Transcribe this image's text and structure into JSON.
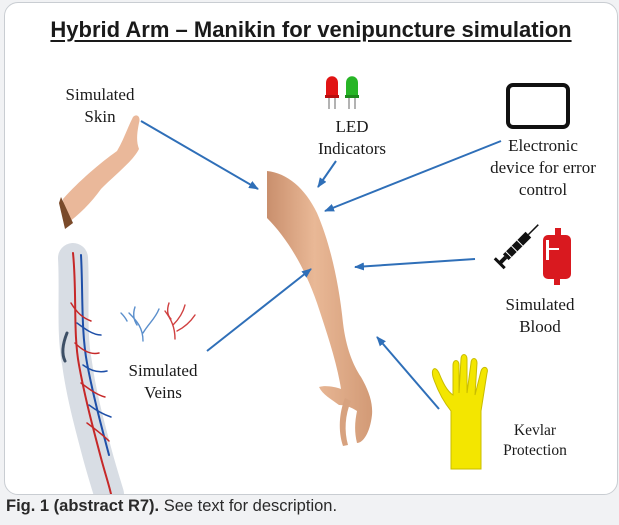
{
  "title": "Hybrid Arm – Manikin for venipuncture simulation",
  "labels": {
    "skin": [
      "Simulated",
      "Skin"
    ],
    "led": [
      "LED",
      "Indicators"
    ],
    "device": [
      "Electronic",
      "device for error",
      "control"
    ],
    "blood": [
      "Simulated",
      "Blood"
    ],
    "veins": [
      "Simulated",
      "Veins"
    ],
    "kevlar": [
      "Kevlar",
      "Protection"
    ]
  },
  "icons": [
    "arm-skin-icon",
    "led-red-icon",
    "led-green-icon",
    "tablet-icon",
    "syringe-icon",
    "blood-bag-icon",
    "vein-branches-icon",
    "vein-anatomy-icon",
    "glove-icon",
    "central-arm-image"
  ],
  "colors": {
    "arrow": "#2f6fb8",
    "skin": "#e7b597",
    "led_red": "#e11414",
    "led_green": "#27b526",
    "glove": "#f3e600",
    "blood": "#d9191f"
  },
  "caption": {
    "bold": "Fig. 1 (abstract R7).",
    "text": " See text for description."
  }
}
